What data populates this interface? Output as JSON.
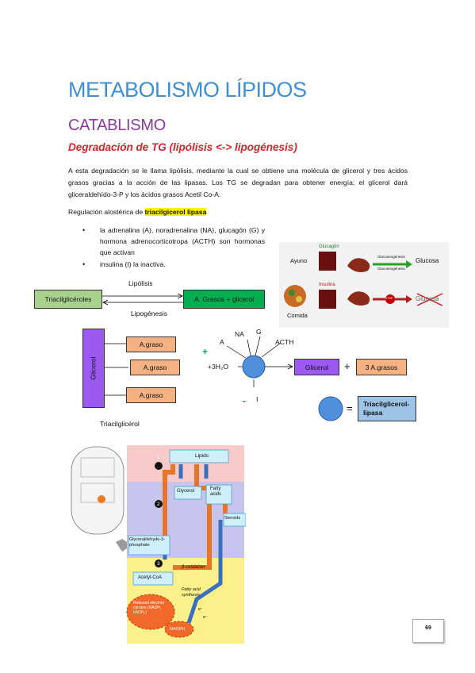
{
  "title": "METABOLISMO LÍPIDOS",
  "section": "CATABLISMO",
  "subsection": "Degradación de TG (lipólisis <-> lipogénesis)",
  "intro": "A esta degradación se le llama lipólisis, mediante la cual se obtiene una molécula de glicerol y tres ácidos grasos gracias a la acción de las lipasas. Los TG se degradan para obtener energía; el glicerol dará gliceraldehído-3-P y los ácidos grasos Acetil Co-A.",
  "regulation": {
    "prefix": "Regulación alostérica de",
    "enzyme": "triacilgicerol lipasa"
  },
  "bullets": [
    "la adrenalina (A), noradrenalina (NA), glucagón (G) y hormona adrenocorticotropa (ACTH) son hormonas que activan",
    "insulina (I) la inactiva."
  ],
  "reaction": {
    "left": "Triacilglicéroles",
    "right": "A. Grasos + glicerol",
    "forward": "Lipólisis",
    "backward": "Lipogénesis"
  },
  "tg_diagram": {
    "backbone": "Glicerol",
    "chains": [
      "A.graso",
      "A.graso",
      "A.graso"
    ],
    "caption": "Triacilglicérol"
  },
  "enzyme_diagram": {
    "activators": [
      "A",
      "NA",
      "G",
      "ACTH"
    ],
    "plus": "+",
    "minus": "-",
    "inhibitor": "I",
    "water": "+3H₂O",
    "product1": "Glicerol",
    "plus_sign": "+",
    "product2": "3 A.grasos",
    "equals": "=",
    "legend": "Triacilglicerol-lipasa"
  },
  "photo": {
    "row1_label": "Ayuno",
    "row1_hormone": "Glucagón",
    "row1_process1": "Gluconeogénesis",
    "row1_process2": "Gluconeogénesis",
    "row1_result": "Glucosa",
    "row2_label": "Comida",
    "row2_hormone": "Insulina",
    "row2_stop": "STOP",
    "row2_result": "Glucosa"
  },
  "pathway": {
    "lipids": "Lipids",
    "glycerol": "Glycerol",
    "fatty_acids": "Fatty acids",
    "steroids": "Steroids",
    "g3p": "Glyceraldehyde-3-phosphate",
    "beta_ox": "β-oxidation",
    "acetyl": "Acetyl-CoA",
    "fa_synth": "Fatty acid synthesis",
    "carriers": "Reduced electron carriers (NADH, FADH₂)",
    "nadph": "NADPH",
    "e1": "e⁻",
    "e2": "e⁻",
    "steps": [
      "1",
      "2",
      "3"
    ]
  },
  "page_number": "69",
  "colors": {
    "title": "#3d8fd6",
    "section": "#8a3a9a",
    "subsection": "#d8232a",
    "green_box": "#a9d18e",
    "bright_green": "#00b050",
    "purple": "#9b59f0",
    "orange": "#f4b183",
    "blue_node": "#4f8fdc"
  }
}
